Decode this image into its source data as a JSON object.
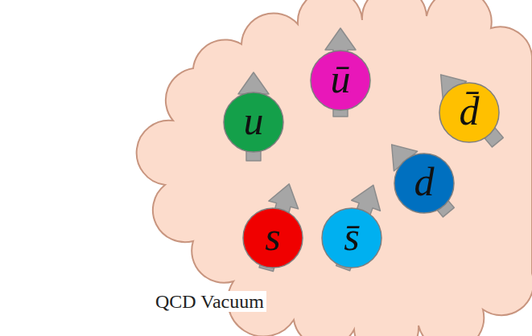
{
  "diagram": {
    "nodes": [
      {
        "text": [
          "QCD Vacuum"
        ]
      },
      {
        "text": [
          "u"
        ],
        "in": 0
      },
      {
        "text": [
          "ū"
        ],
        "in": 0
      },
      {
        "text": [
          "d̄"
        ],
        "in": 0
      },
      {
        "text": [
          "d"
        ],
        "in": 0
      },
      {
        "text": [
          "s"
        ],
        "in": 0
      },
      {
        "text": [
          "s̄"
        ],
        "in": 0
      }
    ]
  }
}
